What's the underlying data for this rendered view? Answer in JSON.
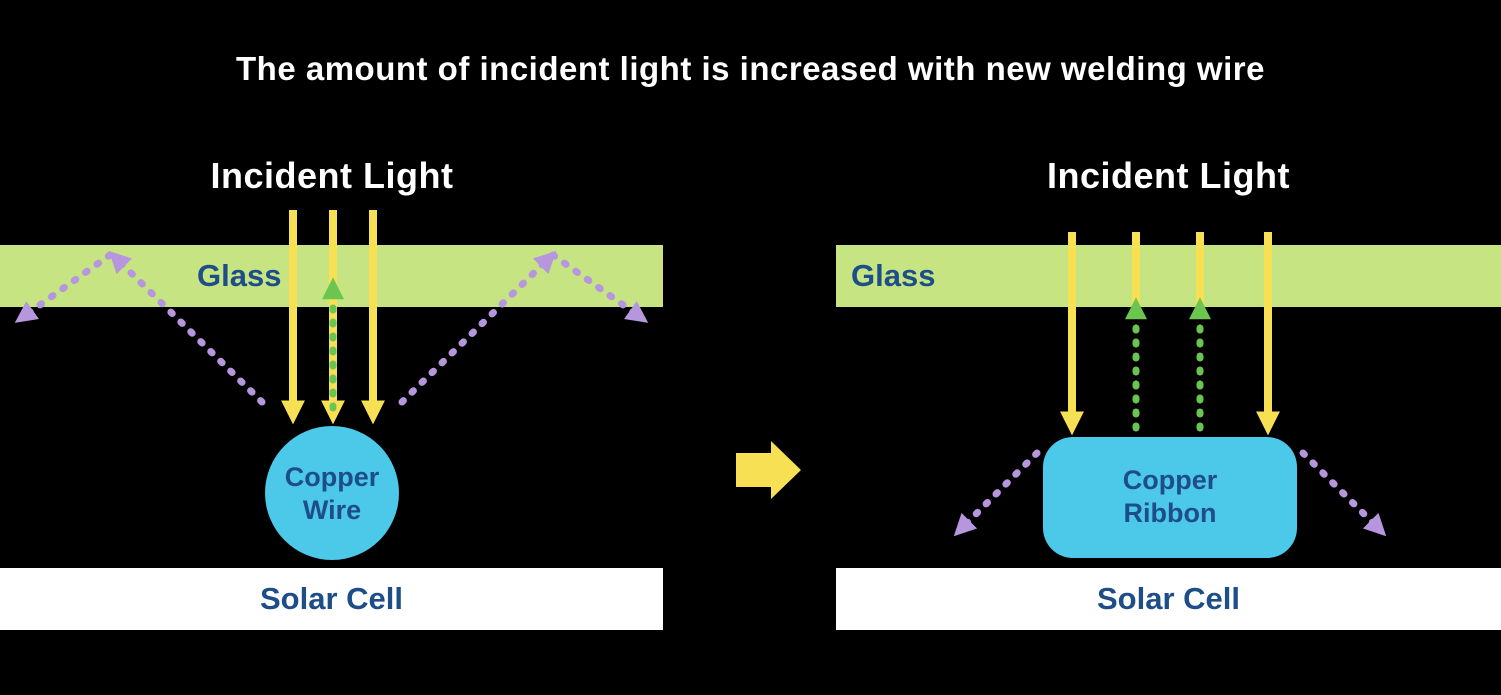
{
  "title": "The amount of incident light is increased with new welding wire",
  "colors": {
    "background": "#000000",
    "white": "#ffffff",
    "glass": "#c7e482",
    "navy": "#1d4e89",
    "yellow": "#f7e054",
    "green": "#6cc551",
    "purple": "#b697dd",
    "cyan": "#4cc8e8"
  },
  "left_panel": {
    "incident_light_label": "Incident Light",
    "glass_label": "Glass",
    "component_label_line1": "Copper",
    "component_label_line2": "Wire",
    "solar_cell_label": "Solar Cell"
  },
  "right_panel": {
    "incident_light_label": "Incident Light",
    "glass_label": "Glass",
    "component_label_line1": "Copper",
    "component_label_line2": "Ribbon",
    "solar_cell_label": "Solar Cell"
  }
}
